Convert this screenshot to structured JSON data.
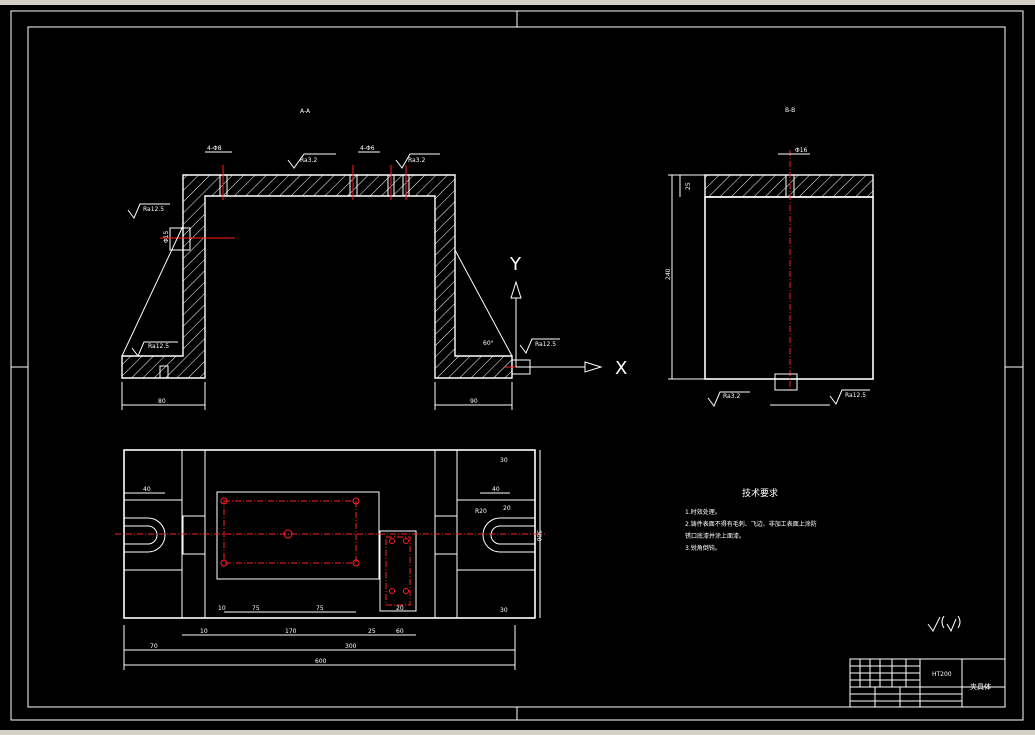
{
  "drawing": {
    "view_a_label": "A-A",
    "view_b_label": "B-B",
    "axis_x_label": "X",
    "axis_y_label": "Y",
    "roughness": {
      "r1": "Ra3.2",
      "r2": "Ra3.2",
      "r3": "Ra12.5",
      "r4": "Ra12.5",
      "r5": "Ra12.5",
      "r6": "Ra3.2",
      "r7": "Ra12.5"
    },
    "dims": {
      "holes_a": "4-Φ8",
      "holes_b": "4-Φ6",
      "phi_left": "Φ15",
      "angle": "60°",
      "left_width": "80",
      "right_width": "90",
      "height_b": "240",
      "top_b": "25",
      "phi_b": "Φ16",
      "plan_40": "40",
      "plan_90": "90",
      "plan_30": "30",
      "plan_75a": "75",
      "plan_75b": "75",
      "plan_10": "10",
      "plan_170": "170",
      "plan_300": "300",
      "plan_60": "60",
      "plan_70": "70",
      "plan_600": "600",
      "plan_25": "25",
      "plan_20": "20",
      "plan_r20": "R20"
    },
    "tech_req": {
      "title": "技术要求",
      "items": [
        "1.时效处理。",
        "2.铸件表面不得有毛刺、飞边、非加工表面上涂防",
        "锈口底漆并涂上面漆。",
        "3.锐角倒钝。"
      ]
    },
    "title_block": {
      "material": "HT200",
      "name": "夹具体"
    }
  }
}
